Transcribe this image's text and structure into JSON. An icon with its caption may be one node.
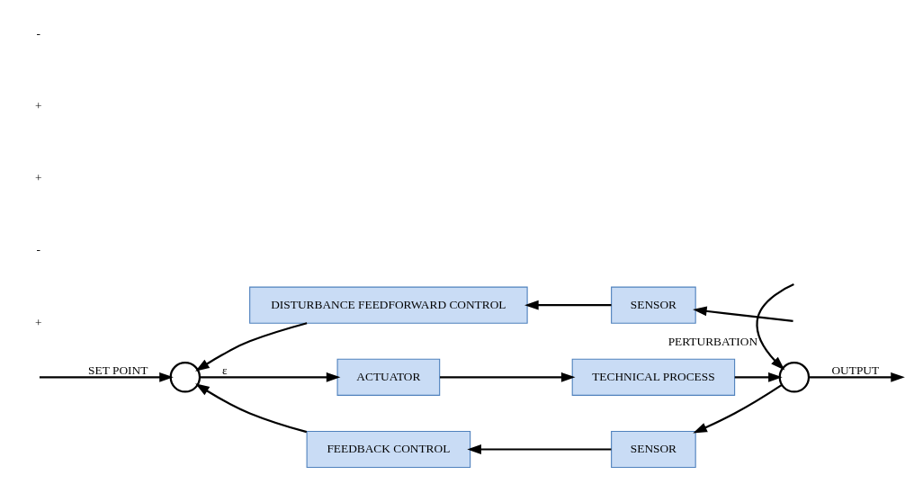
{
  "diagram": {
    "nodes": [
      {
        "text": [
          "DISTURBANCE FEEDFORWARD CONTROL"
        ]
      },
      {
        "text": [
          "SENSOR"
        ]
      },
      {
        "text": [],
        "shape": "circle"
      },
      {
        "text": [
          "ACTUATOR"
        ]
      },
      {
        "text": [
          "TECHNICAL PROCESS"
        ]
      },
      {
        "text": [],
        "shape": "circle"
      },
      {
        "text": [
          "FEEDBACK CONTROL"
        ]
      },
      {
        "text": [
          "SENSOR"
        ]
      }
    ],
    "edges": [
      {
        "from": null,
        "to": 5,
        "arrow": "to",
        "label": "PERTURBATION"
      },
      {
        "from": null,
        "to": 1,
        "arrow": "to"
      },
      {
        "from": 1,
        "to": 0,
        "arrow": "to"
      },
      {
        "from": 0,
        "to": 2,
        "arrow": "to"
      },
      {
        "from": null,
        "to": 2,
        "arrow": "to",
        "label": "SET POINT"
      },
      {
        "from": 2,
        "to": 3,
        "arrow": "to",
        "label": "ε"
      },
      {
        "from": 3,
        "to": 4,
        "arrow": "to"
      },
      {
        "from": 4,
        "to": 5,
        "arrow": "to"
      },
      {
        "from": 5,
        "to": null,
        "arrow": "to",
        "label": "OUTPUT"
      },
      {
        "from": 5,
        "to": 7,
        "arrow": "to"
      },
      {
        "from": 7,
        "to": 6,
        "arrow": "to"
      },
      {
        "from": 6,
        "to": 2,
        "arrow": "to"
      }
    ],
    "labels": [
      "+",
      "-",
      "+",
      "+",
      "-"
    ]
  }
}
